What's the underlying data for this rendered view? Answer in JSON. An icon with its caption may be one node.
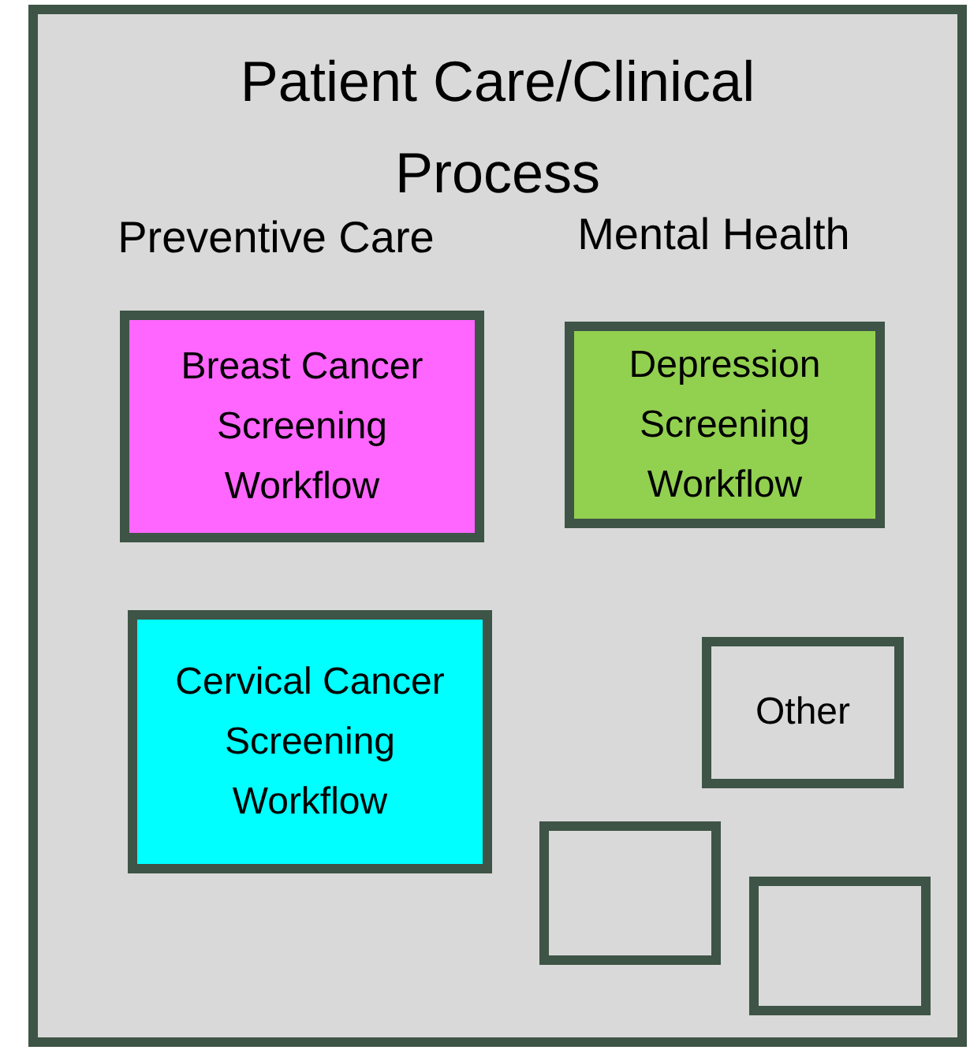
{
  "diagram": {
    "nodes": [
      {
        "text": [
          "Patient Care/Clinical Process"
        ]
      },
      {
        "text": [
          "Breast Cancer Screening Workflow"
        ],
        "in": 0
      },
      {
        "text": [
          "Depression Screening Workflow"
        ],
        "in": 0
      },
      {
        "text": [
          "Cervical Cancer Screening Workflow"
        ],
        "in": 0
      },
      {
        "text": [
          "Other"
        ],
        "in": 0
      },
      {
        "text": [],
        "shape": "box",
        "in": 0
      },
      {
        "text": [],
        "shape": "box",
        "in": 0
      }
    ],
    "labels": [
      "Preventive Care",
      "Mental Health"
    ]
  }
}
